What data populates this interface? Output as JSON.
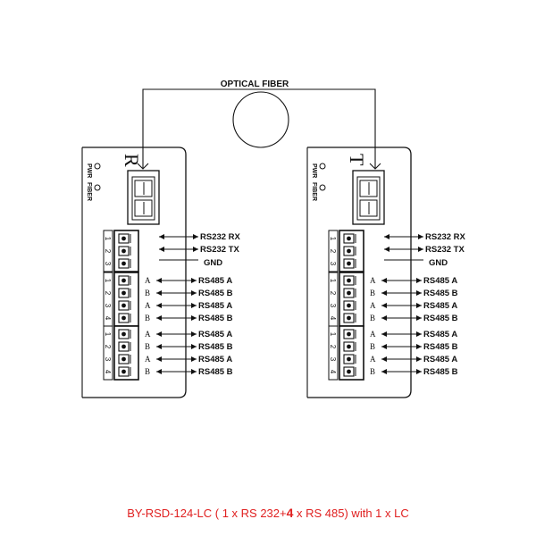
{
  "fiber_label": "OPTICAL FIBER",
  "units": [
    {
      "letter": "R",
      "leds": [
        "PWR",
        "FIBER"
      ],
      "rs232": {
        "pins": [
          "1",
          "2",
          "3"
        ],
        "labels": [
          "RS232 RX",
          "RS232 TX",
          "GND"
        ]
      },
      "rs485_blocks": [
        {
          "pins": [
            "1",
            "2",
            "3",
            "4"
          ],
          "letters": [
            "A",
            "B",
            "A",
            "B"
          ],
          "labels": [
            "RS485 A",
            "RS485 B",
            "RS485 A",
            "RS485 B"
          ]
        },
        {
          "pins": [
            "1",
            "2",
            "3",
            "4"
          ],
          "letters": [
            "A",
            "B",
            "A",
            "B"
          ],
          "labels": [
            "RS485 A",
            "RS485 B",
            "RS485 A",
            "RS485 B"
          ]
        }
      ]
    },
    {
      "letter": "T",
      "leds": [
        "PWR",
        "FIBER"
      ],
      "rs232": {
        "pins": [
          "1",
          "2",
          "3"
        ],
        "labels": [
          "RS232 RX",
          "RS232 TX",
          "GND"
        ]
      },
      "rs485_blocks": [
        {
          "pins": [
            "1",
            "2",
            "3",
            "4"
          ],
          "letters": [
            "A",
            "B",
            "A",
            "B"
          ],
          "labels": [
            "RS485 A",
            "RS485 B",
            "RS485 A",
            "RS485 B"
          ]
        },
        {
          "pins": [
            "1",
            "2",
            "3",
            "4"
          ],
          "letters": [
            "A",
            "B",
            "A",
            "B"
          ],
          "labels": [
            "RS485 A",
            "RS485 B",
            "RS485 A",
            "RS485 B"
          ]
        }
      ]
    }
  ],
  "caption": {
    "before": "BY-RSD-124-LC ( 1 x RS 232+",
    "bold": "4",
    "after": " x RS 485) with 1 x LC"
  },
  "colors": {
    "line": "#111111",
    "caption": "#e02020"
  }
}
